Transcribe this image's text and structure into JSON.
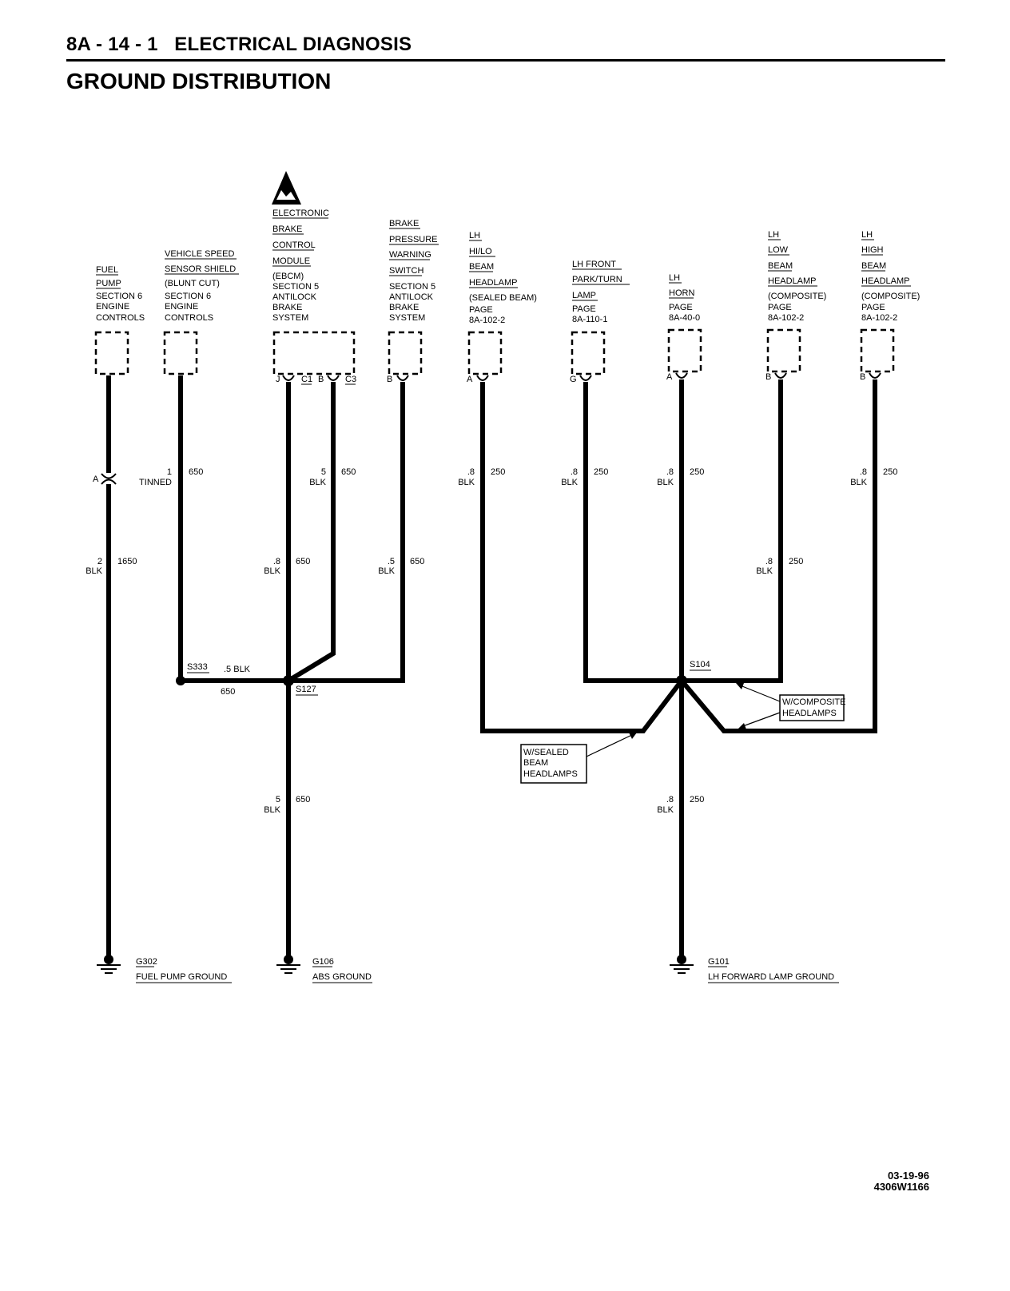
{
  "header": {
    "section": "8A - 14 - 1   ELECTRICAL DIAGNOSIS",
    "title": "GROUND DISTRIBUTION"
  },
  "components": [
    {
      "lines": [
        "FUEL",
        "PUMP",
        "SECTION 6",
        "ENGINE",
        "CONTROLS"
      ]
    },
    {
      "lines": [
        "VEHICLE SPEED",
        "SENSOR SHIELD",
        "(BLUNT CUT)",
        "SECTION 6",
        "ENGINE",
        "CONTROLS"
      ]
    },
    {
      "lines": [
        "ELECTRONIC",
        "BRAKE",
        "CONTROL",
        "MODULE",
        "(EBCM)",
        "SECTION 5",
        "ANTILOCK",
        "BRAKE",
        "SYSTEM"
      ]
    },
    {
      "lines": [
        "BRAKE",
        "PRESSURE",
        "WARNING",
        "SWITCH",
        "SECTION 5",
        "ANTILOCK",
        "BRAKE",
        "SYSTEM"
      ]
    },
    {
      "lines": [
        "LH",
        "HI/LO",
        "BEAM",
        "HEADLAMP",
        "(SEALED BEAM)",
        "PAGE",
        "8A-102-2"
      ]
    },
    {
      "lines": [
        "LH FRONT",
        "PARK/TURN",
        "LAMP",
        "PAGE",
        "8A-110-1"
      ]
    },
    {
      "lines": [
        "LH",
        "HORN",
        "PAGE",
        "8A-40-0"
      ]
    },
    {
      "lines": [
        "LH",
        "LOW",
        "BEAM",
        "HEADLAMP",
        "(COMPOSITE)",
        "PAGE",
        "8A-102-2"
      ]
    },
    {
      "lines": [
        "LH",
        "HIGH",
        "BEAM",
        "HEADLAMP",
        "(COMPOSITE)",
        "PAGE",
        "8A-102-2"
      ]
    }
  ],
  "pins": [
    "A",
    "J",
    "C1",
    "B",
    "C3",
    "B",
    "A",
    "G",
    "A",
    "B",
    "B"
  ],
  "inline_connector": "A",
  "wires": [
    {
      "size": "2",
      "color": "BLK",
      "circuit": "1650"
    },
    {
      "size": "1",
      "color": "TINNED",
      "circuit": "650"
    },
    {
      "size": "5",
      "color": "BLK",
      "circuit": "650"
    },
    {
      "size": ".8",
      "color": "BLK",
      "circuit": "650"
    },
    {
      "size": ".5",
      "color": "BLK",
      "circuit": "650"
    },
    {
      "size": ".8",
      "color": "BLK",
      "circuit": "250"
    },
    {
      "size": ".8",
      "color": "BLK",
      "circuit": "250"
    },
    {
      "size": ".8",
      "color": "BLK",
      "circuit": "250"
    },
    {
      "size": ".8",
      "color": "BLK",
      "circuit": "250"
    },
    {
      "size": ".8",
      "color": "BLK",
      "circuit": "250"
    },
    {
      "size": ".8",
      "color": "BLK",
      "circuit": "250"
    },
    {
      "size": "5",
      "color": "BLK",
      "circuit": "650"
    }
  ],
  "splices": {
    "s333": "S333",
    "s333_wire": ".5 BLK",
    "s333_circuit": "650",
    "s127": "S127",
    "s104": "S104"
  },
  "notes": {
    "sealed": [
      "W/SEALED",
      "BEAM",
      "HEADLAMPS"
    ],
    "composite": [
      "W/COMPOSITE",
      "HEADLAMPS"
    ]
  },
  "grounds": [
    {
      "id": "G302",
      "name": "FUEL PUMP GROUND"
    },
    {
      "id": "G106",
      "name": "ABS GROUND"
    },
    {
      "id": "G101",
      "name": "LH FORWARD LAMP GROUND"
    }
  ],
  "footer": {
    "date": "03-19-96",
    "code": "4306W1166"
  }
}
